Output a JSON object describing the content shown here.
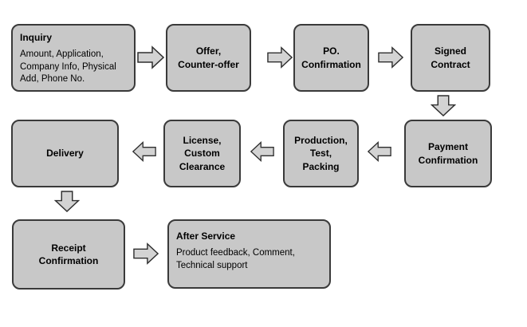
{
  "diagram": {
    "type": "flowchart",
    "colors": {
      "background": "#ffffff",
      "box_fill": "#c8c8c8",
      "box_border": "#3a3a3a",
      "arrow_fill": "#d3d3d3",
      "arrow_border": "#2e2e2e",
      "text": "#000000"
    },
    "nodes": [
      {
        "id": "inquiry",
        "title": "Inquiry",
        "body": "Amount, Application,\nCompany Info, Physical\nAdd, Phone No."
      },
      {
        "id": "offer",
        "label": "Offer,\nCounter-offer"
      },
      {
        "id": "po-confirmation",
        "label": "PO.\nConfirmation"
      },
      {
        "id": "signed-contract",
        "label": "Signed\nContract"
      },
      {
        "id": "payment-confirmation",
        "label": "Payment\nConfirmation"
      },
      {
        "id": "production-test-packing",
        "label": "Production,\nTest,\nPacking"
      },
      {
        "id": "license-custom-clearance",
        "label": "License,\nCustom\nClearance"
      },
      {
        "id": "delivery",
        "label": "Delivery"
      },
      {
        "id": "receipt-confirmation",
        "label": "Receipt\nConfirmation"
      },
      {
        "id": "after-service",
        "title": "After Service",
        "body": "Product feedback, Comment,\nTechnical support"
      }
    ],
    "connections": [
      {
        "from": "inquiry",
        "to": "offer",
        "direction": "right"
      },
      {
        "from": "offer",
        "to": "po-confirmation",
        "direction": "right"
      },
      {
        "from": "po-confirmation",
        "to": "signed-contract",
        "direction": "right"
      },
      {
        "from": "signed-contract",
        "to": "payment-confirmation",
        "direction": "down"
      },
      {
        "from": "payment-confirmation",
        "to": "production-test-packing",
        "direction": "left"
      },
      {
        "from": "production-test-packing",
        "to": "license-custom-clearance",
        "direction": "left"
      },
      {
        "from": "license-custom-clearance",
        "to": "delivery",
        "direction": "left"
      },
      {
        "from": "delivery",
        "to": "receipt-confirmation",
        "direction": "down"
      },
      {
        "from": "receipt-confirmation",
        "to": "after-service",
        "direction": "right"
      }
    ]
  }
}
